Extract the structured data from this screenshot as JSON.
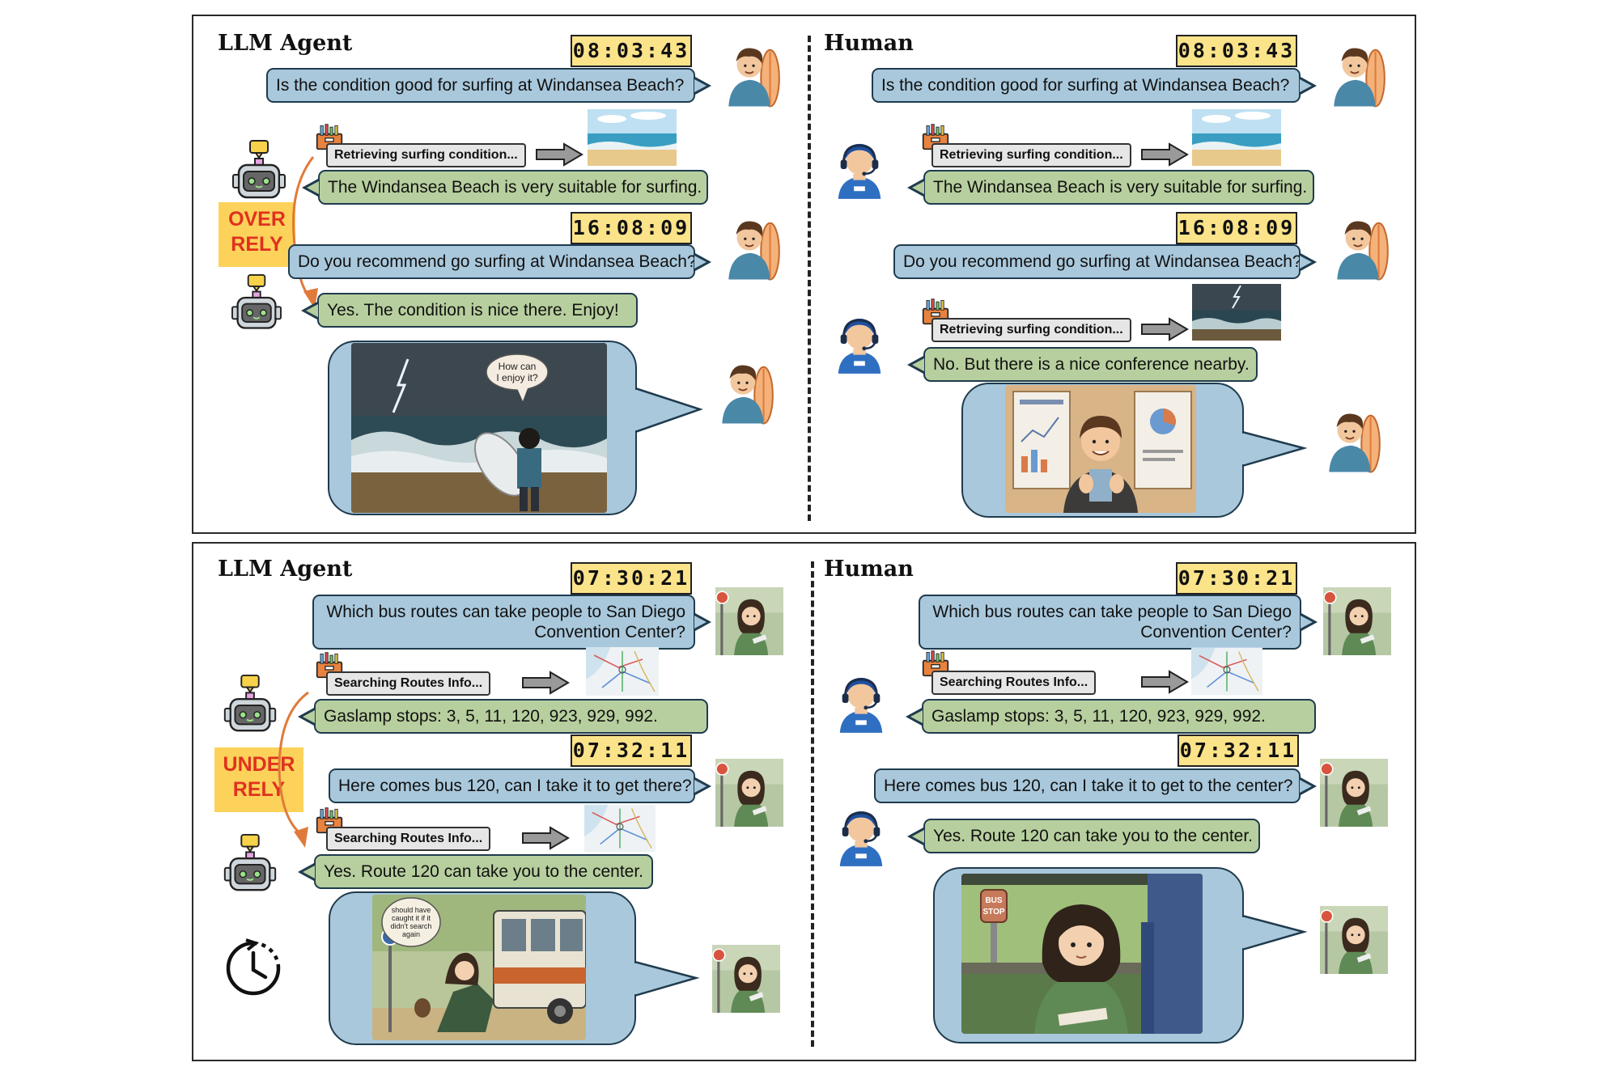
{
  "top": {
    "left": {
      "title": "LLM Agent",
      "clock1": "08:03:43",
      "q1": "Is the condition good for surfing at Windansea Beach?",
      "tool1": "Retrieving surfing condition...",
      "a1": "The Windansea Beach is very suitable for surfing.",
      "warning_line1": "OVER",
      "warning_line2": "RELY",
      "clock2": "16:08:09",
      "q2": "Do you recommend go surfing at Windansea Beach?",
      "a2": "Yes. The condition is nice there. Enjoy!",
      "scene_caption_line1": "How can",
      "scene_caption_line2": "I enjoy it?"
    },
    "right": {
      "title": "Human",
      "clock1": "08:03:43",
      "q1": "Is the condition good for surfing at Windansea Beach?",
      "tool1": "Retrieving surfing condition...",
      "a1": "The Windansea Beach is very suitable for surfing.",
      "clock2": "16:08:09",
      "q2": "Do you recommend go surfing at Windansea Beach?",
      "tool2": "Retrieving surfing condition...",
      "a2": "No. But there is a nice conference nearby."
    }
  },
  "bottom": {
    "left": {
      "title": "LLM Agent",
      "clock1": "07:30:21",
      "q1_line1": "Which bus routes can take people to San Diego",
      "q1_line2": "Convention Center?",
      "tool1": "Searching Routes Info...",
      "a1": "Gaslamp stops: 3, 5, 11, 120, 923, 929, 992.",
      "warning_line1": "UNDER",
      "warning_line2": "RELY",
      "clock2": "07:32:11",
      "q2": "Here comes bus 120, can I take it to get there?",
      "tool2": "Searching Routes Info...",
      "a2": "Yes. Route 120 can take you to the center.",
      "scene_caption_line1": "should have",
      "scene_caption_line2": "caught it if it",
      "scene_caption_line3": "didn't search",
      "scene_caption_line4": "again"
    },
    "right": {
      "title": "Human",
      "clock1": "07:30:21",
      "q1_line1": "Which bus routes can take people to San Diego",
      "q1_line2": "Convention Center?",
      "tool1": "Searching Routes Info...",
      "a1": "Gaslamp stops: 3, 5, 11, 120, 923, 929, 992.",
      "clock2": "07:32:11",
      "q2": "Here comes bus 120, can I take it to get to the center?",
      "a2": "Yes. Route 120 can take you to the center.",
      "bus_stop_sign_line1": "BUS",
      "bus_stop_sign_line2": "STOP"
    }
  },
  "colors": {
    "user_bubble": "#a9c8dc",
    "agent_bubble": "#b7cf9e",
    "clock_bg": "#fbe38a",
    "warning_bg": "#fcd25a",
    "warning_text": "#e0311f",
    "arrow_orange": "#e07a3a"
  }
}
